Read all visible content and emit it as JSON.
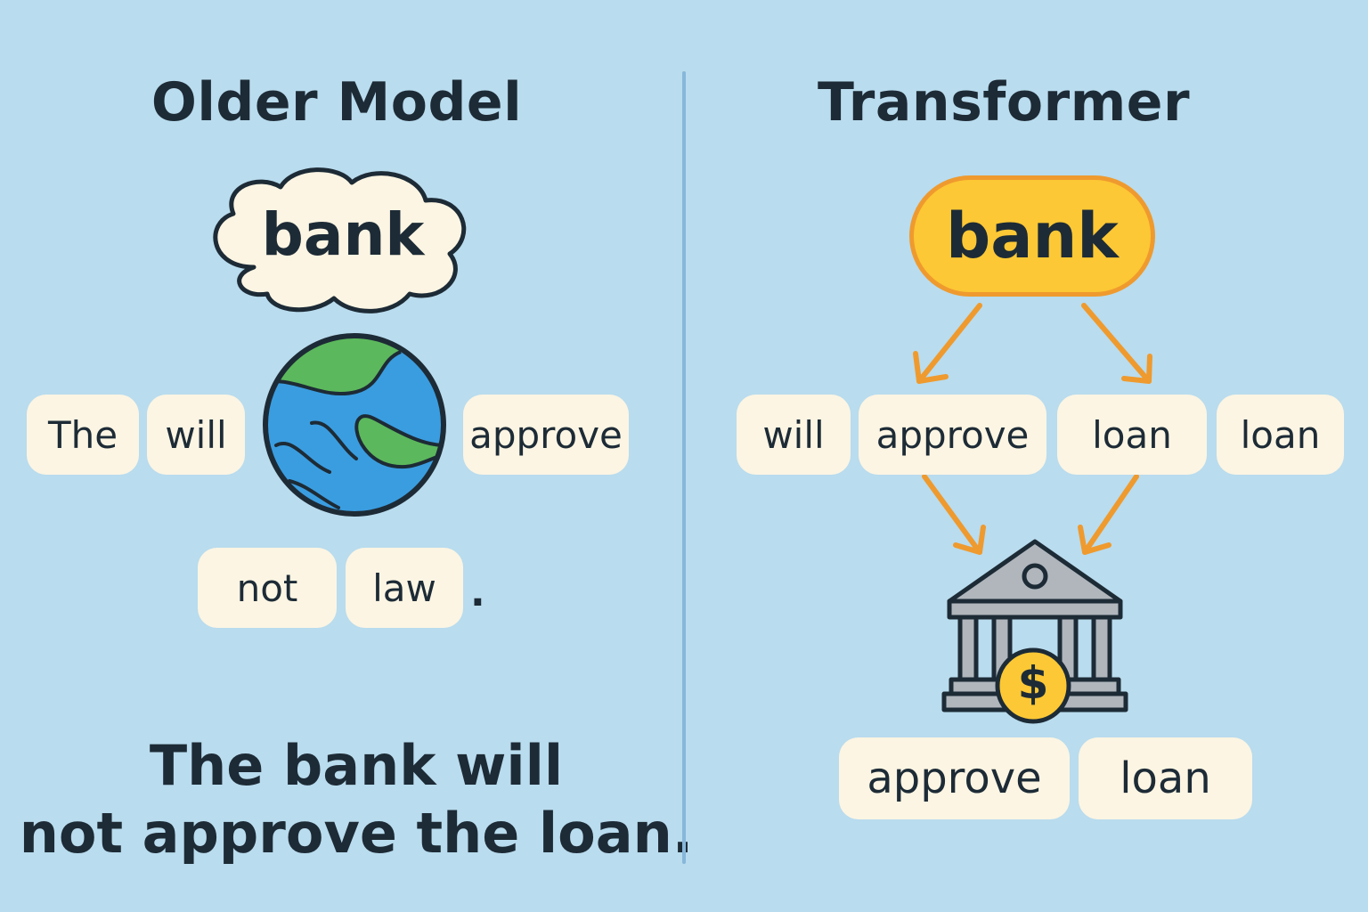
{
  "left": {
    "heading": "Older Model",
    "cloud_word": "bank",
    "tokens_row1": [
      "The",
      "will",
      "approve"
    ],
    "tokens_row2": [
      "not",
      "law"
    ],
    "period": ".",
    "caption_line1": "The bank will",
    "caption_line2": "not approve the loan.",
    "icon": "globe-river-icon"
  },
  "right": {
    "heading": "Transformer",
    "focus_word": "bank",
    "tokens_row1": [
      "will",
      "approve",
      "loan",
      "loan"
    ],
    "tokens_row2": [
      "approve",
      "loan"
    ],
    "icon": "bank-building-dollar-icon",
    "icon_symbol": "$"
  },
  "colors": {
    "background": "#b9dcee",
    "token": "#fcf5e3",
    "accent_pill": "#fcc835",
    "arrow": "#ef9a2e",
    "globe_land": "#5cb85c",
    "globe_water": "#3a9de0"
  }
}
